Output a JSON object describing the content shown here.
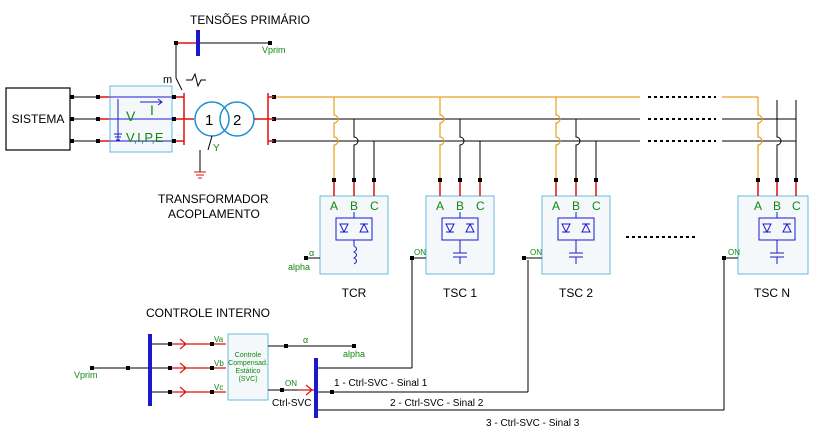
{
  "labels": {
    "tensoes_primario": "TENSÕES PRIMÁRIO",
    "vprim_top": "Vprim",
    "sistema": "SISTEMA",
    "meter_v": "V",
    "meter_i": "I",
    "meter_vipe": "V,I,P,E",
    "winding_1": "1",
    "winding_2": "2",
    "meter_m": "m",
    "ground_y": "Y",
    "transformador_line1": "TRANSFORMADOR",
    "transformador_line2": "ACOPLAMENTO",
    "tcr": "TCR",
    "tsc1": "TSC 1",
    "tsc2": "TSC 2",
    "tscn": "TSC N",
    "controle_interno": "CONTROLE INTERNO",
    "vprim_bottom": "Vprim",
    "alpha_top": "alpha",
    "alpha_symbol": "α",
    "alpha_bottom": "alpha",
    "on_label": "ON",
    "ctrl_svc": "Ctrl-SVC",
    "sinal1": "1 - Ctrl-SVC - Sinal 1",
    "sinal2": "2 - Ctrl-SVC - Sinal 2",
    "sinal3": "3 - Ctrl-SVC - Sinal 3",
    "ctrl_block_lines": [
      "Controle",
      "Compensad.",
      "Estático",
      "(SVC)"
    ],
    "ctrl_in_va": "Va",
    "ctrl_in_vb": "Vb",
    "ctrl_in_vc": "Vc",
    "ctrl_out_on": "ON"
  },
  "phase_pins": [
    "A",
    "B",
    "C"
  ],
  "colors": {
    "wire": "#000000",
    "phase_a": "#e8a020",
    "bus_blue": "#1a1acc",
    "terminal_red": "#dd1111",
    "green": "#118811",
    "box_border": "#66bbdd",
    "box_fill": "#f4f8fb",
    "meter_fill": "#d7f0d7"
  }
}
